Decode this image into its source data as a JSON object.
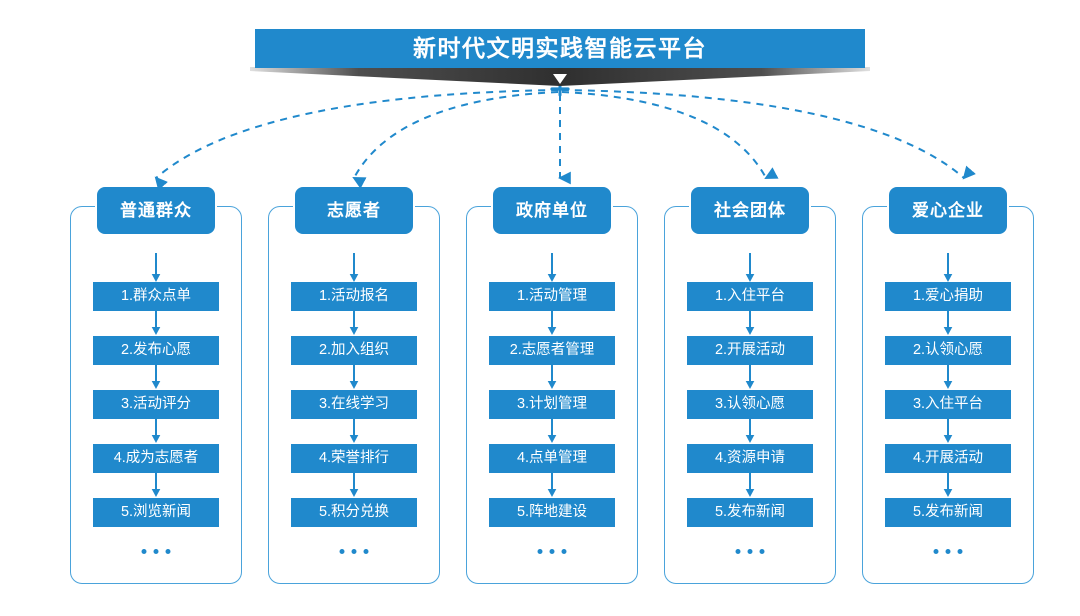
{
  "title": {
    "text": "新时代文明实践智能云平台",
    "bar_color": "#2089cc",
    "ribbon_color": "#2f2f2f",
    "text_color": "#ffffff",
    "chevron_icon": "chevron-down-icon"
  },
  "theme": {
    "accent": "#2089cc",
    "border": "#4aa3db",
    "arrow": "#2089cc",
    "background": "#ffffff"
  },
  "ellipsis_label": "...",
  "columns": [
    {
      "header": "普通群众",
      "items": [
        "1.群众点单",
        "2.发布心愿",
        "3.活动评分",
        "4.成为志愿者",
        "5.浏览新闻"
      ]
    },
    {
      "header": "志愿者",
      "items": [
        "1.活动报名",
        "2.加入组织",
        "3.在线学习",
        "4.荣誉排行",
        "5.积分兑换"
      ]
    },
    {
      "header": "政府单位",
      "items": [
        "1.活动管理",
        "2.志愿者管理",
        "3.计划管理",
        "4.点单管理",
        "5.阵地建设"
      ]
    },
    {
      "header": "社会团体",
      "items": [
        "1.入住平台",
        "2.开展活动",
        "3.认领心愿",
        "4.资源申请",
        "5.发布新闻"
      ]
    },
    {
      "header": "爱心企业",
      "items": [
        "1.爱心捐助",
        "2.认领心愿",
        "3.入住平台",
        "4.开展活动",
        "5.发布新闻"
      ]
    }
  ]
}
